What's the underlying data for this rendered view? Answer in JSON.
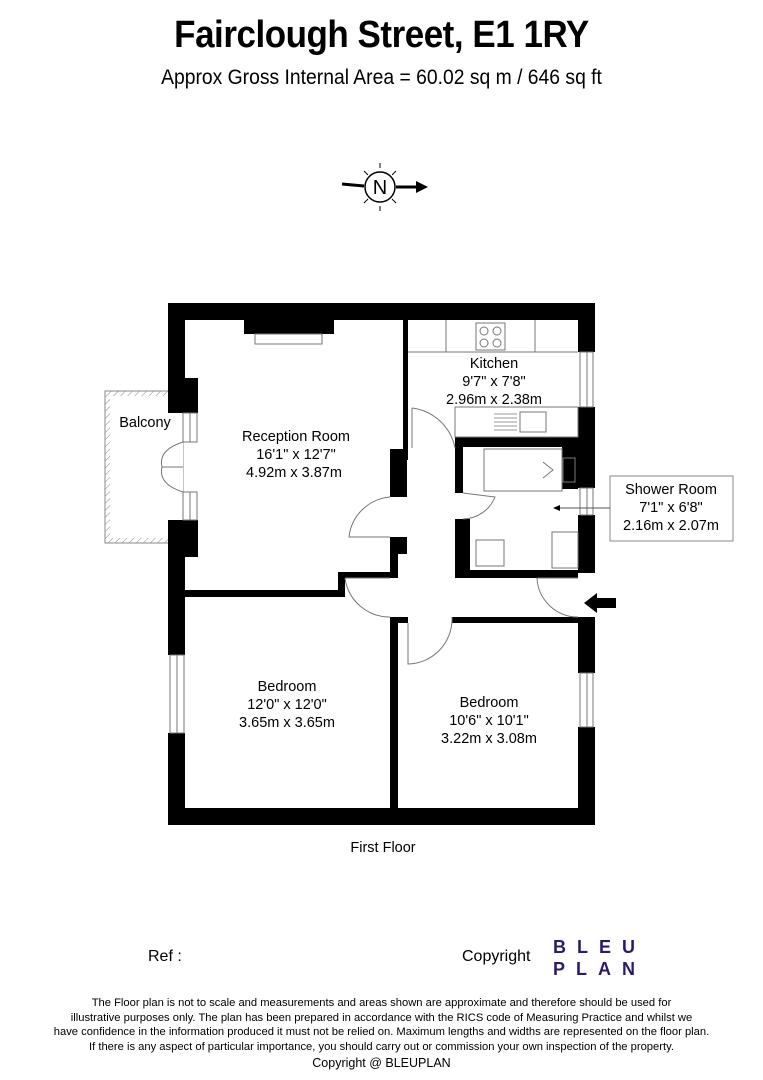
{
  "header": {
    "title": "Fairclough Street, E1 1RY",
    "subtitle": "Approx Gross Internal Area = 60.02 sq m / 646 sq ft"
  },
  "compass": {
    "label": "N",
    "icon": "north-compass-icon"
  },
  "rooms": [
    {
      "name": "Balcony"
    },
    {
      "name": "Reception Room",
      "imperial": "16'1\" x 12'7\"",
      "metric": "4.92m x 3.87m"
    },
    {
      "name": "Kitchen",
      "imperial": "9'7\" x 7'8\"",
      "metric": "2.96m x 2.38m"
    },
    {
      "name": "Shower Room",
      "imperial": "7'1\" x 6'8\"",
      "metric": "2.16m x 2.07m"
    },
    {
      "name": "Bedroom",
      "imperial": "12'0\" x 12'0\"",
      "metric": "3.65m x 3.65m"
    },
    {
      "name": "Bedroom",
      "imperial": "10'6\" x 10'1\"",
      "metric": "3.22m x 3.08m"
    }
  ],
  "floor_label": "First Floor",
  "footer": {
    "ref": "Ref  :",
    "copyright": "Copyright",
    "logo": [
      "BLEU",
      "PLAN"
    ],
    "logo_color": "#2e1a6b",
    "disclaimer": [
      "The Floor plan is not to scale and measurements and areas shown are approximate and therefore should be used for",
      "illustrative purposes only. The plan has been prepared in accordance with the RICS code of Measuring Practice and whilst we",
      "have confidence in the information produced it must not be relied on. Maximum lengths and widths are represented on the floor plan.",
      "If there is any aspect of particular importance, you should carry out or commission your own inspection of the property."
    ],
    "copyright_line": "Copyright @ BLEUPLAN"
  }
}
